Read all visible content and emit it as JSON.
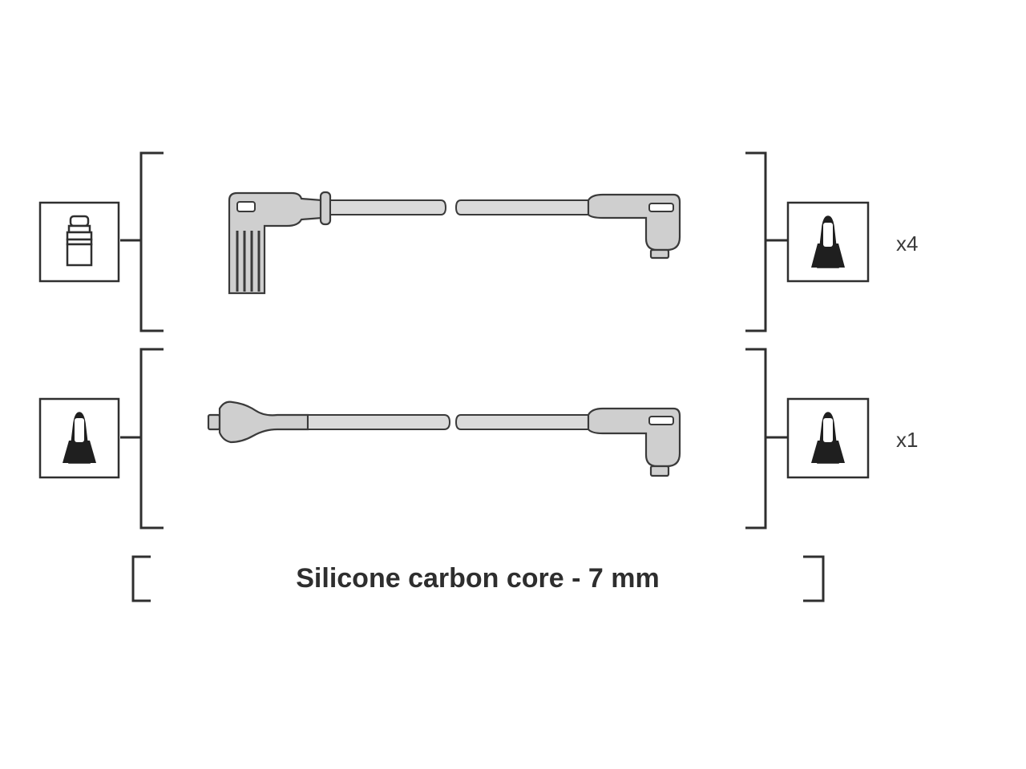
{
  "leads": [
    {
      "quantity": "x4",
      "start_terminal_icon": "spark-plug-terminal-icon",
      "end_terminal_icon": "distributor-terminal-icon"
    },
    {
      "quantity": "x1",
      "start_terminal_icon": "coil-terminal-icon",
      "end_terminal_icon": "distributor-terminal-icon"
    }
  ],
  "caption": "Silicone carbon core - 7 mm",
  "colors": {
    "line": "#2f2f2f",
    "cable_fill": "#cfcfcf",
    "terminal_fill": "#1f1f1f",
    "background": "#ffffff"
  }
}
